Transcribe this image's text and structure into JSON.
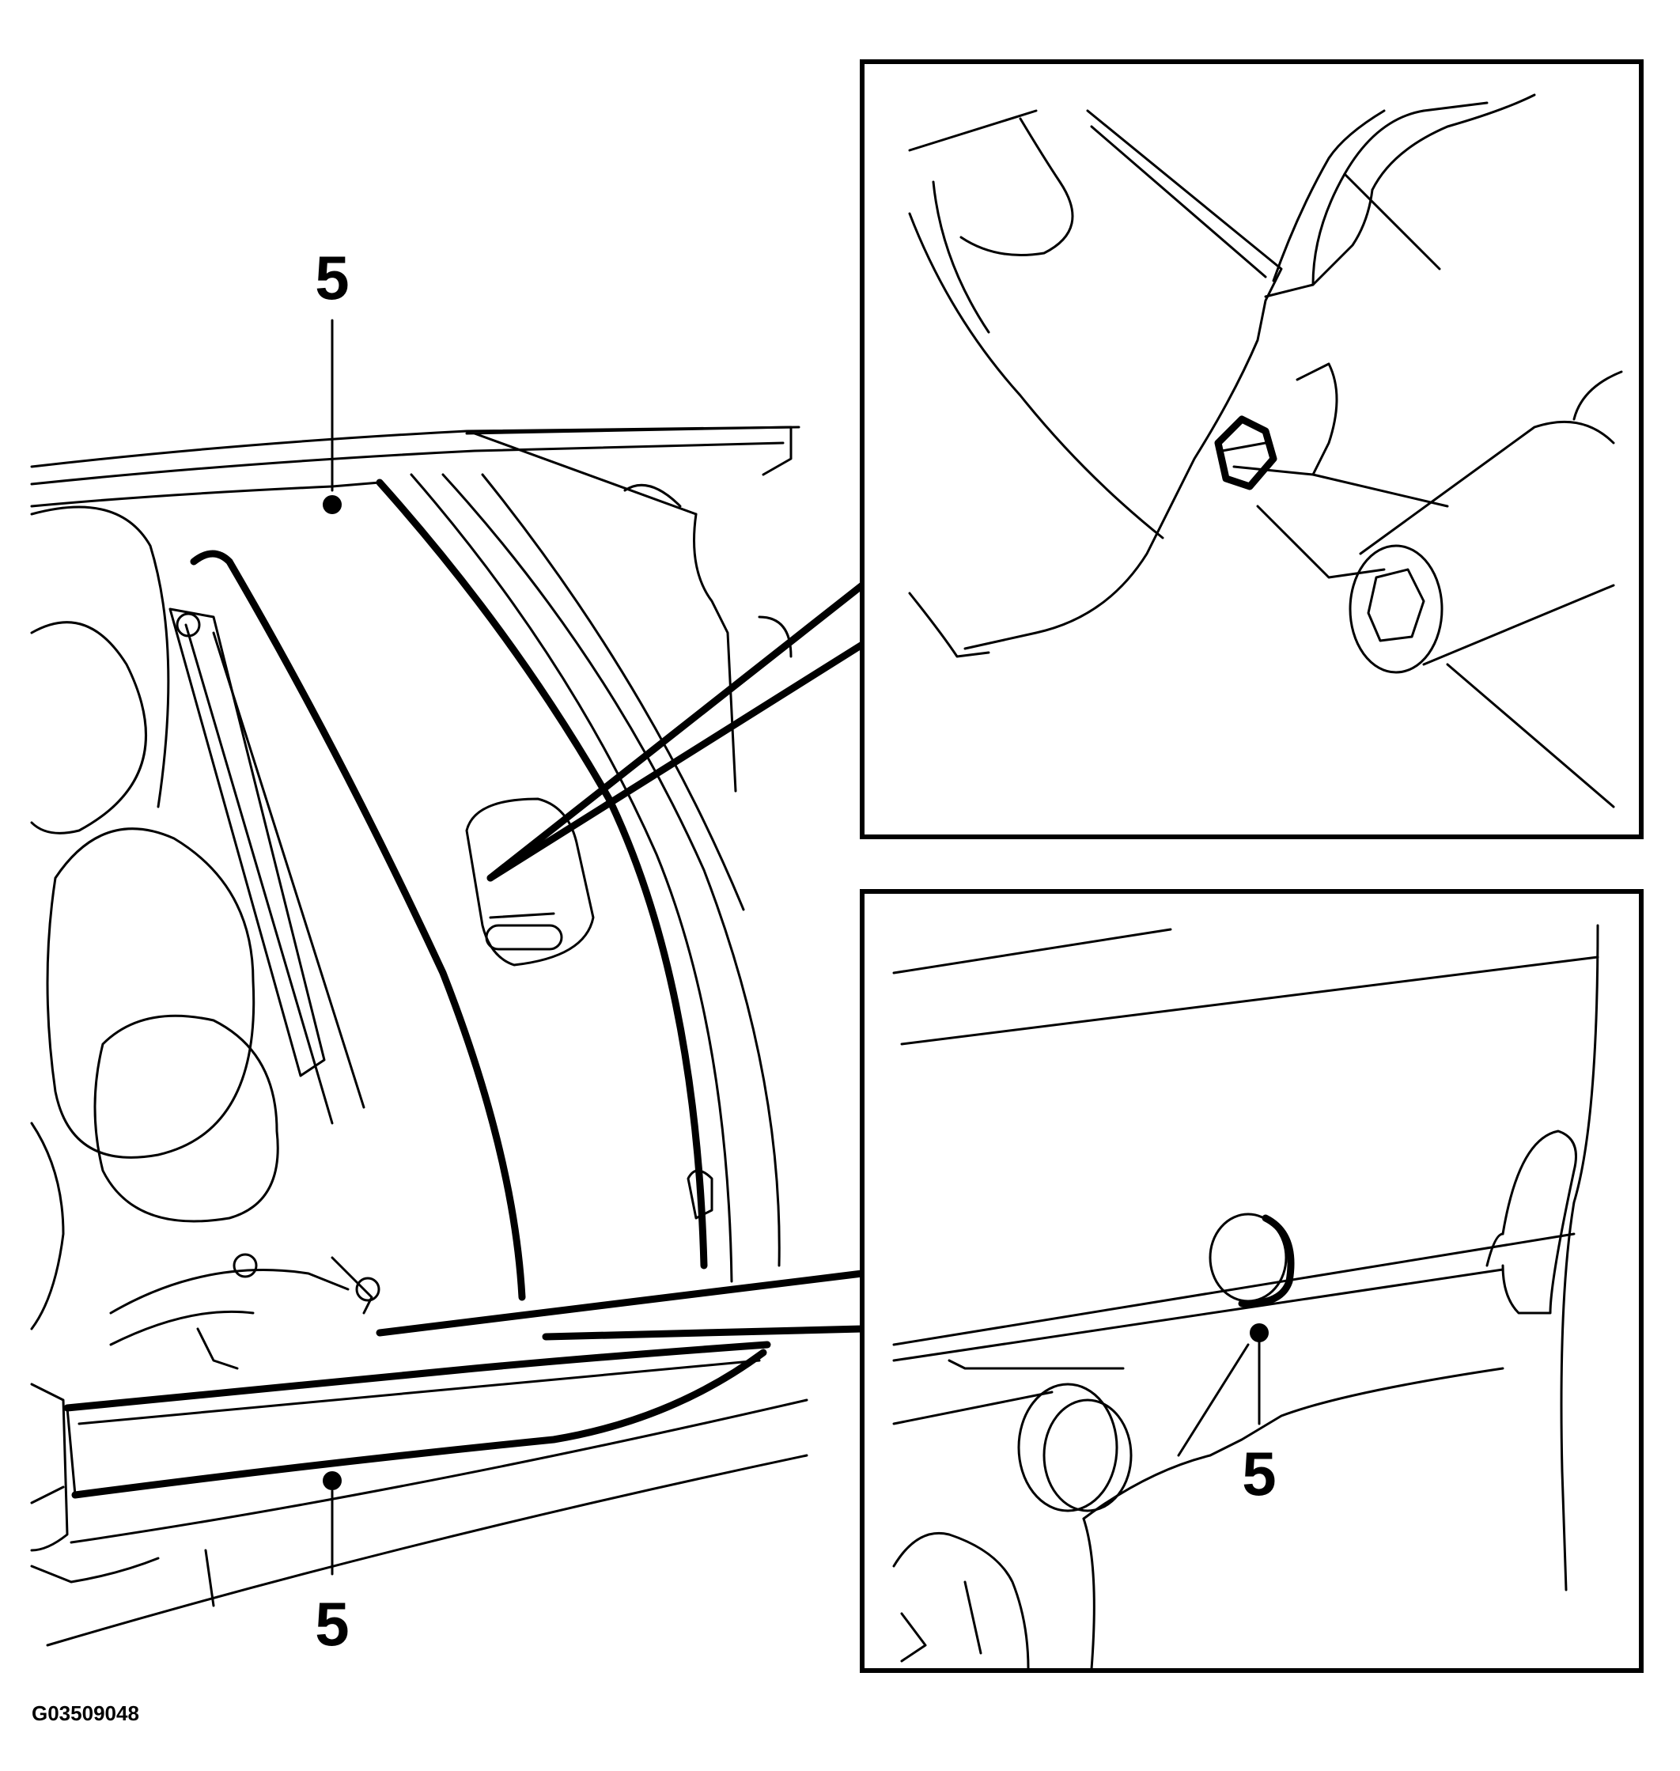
{
  "figure_id": "G03509048",
  "callouts": {
    "top": "5",
    "bottom": "5",
    "detail": "5"
  },
  "colors": {
    "line": "#000000",
    "background": "#ffffff"
  }
}
